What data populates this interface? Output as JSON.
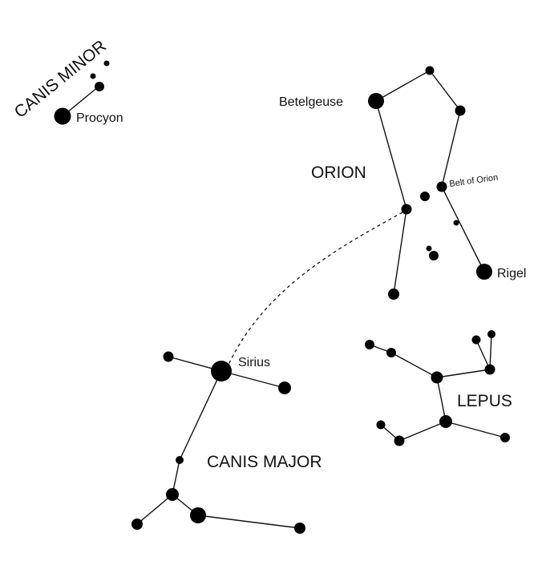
{
  "labels": {
    "canis_minor": "CANIS MINOR",
    "procyon": "Procyon",
    "betelgeuse": "Betelgeuse",
    "orion": "ORION",
    "belt_of_orion": "Belt of Orion",
    "rigel": "Rigel",
    "sirius": "Sirius",
    "lepus": "LEPUS",
    "canis_major": "CANIS MAJOR"
  }
}
